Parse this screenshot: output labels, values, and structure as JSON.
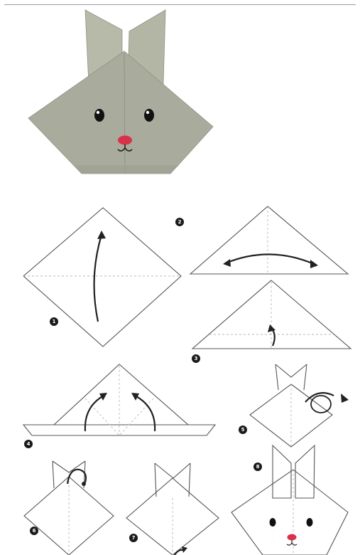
{
  "steps": [
    {
      "number": "1"
    },
    {
      "number": "2"
    },
    {
      "number": "3"
    },
    {
      "number": "4"
    },
    {
      "number": "5"
    },
    {
      "number": "6"
    },
    {
      "number": "7"
    },
    {
      "number": "8"
    }
  ],
  "colors": {
    "paper": "#a9ab9c",
    "paper_light": "#c7c9b9",
    "paper_dark": "#8f9182",
    "nose": "#d8324a",
    "ink": "#1a1a1a"
  }
}
